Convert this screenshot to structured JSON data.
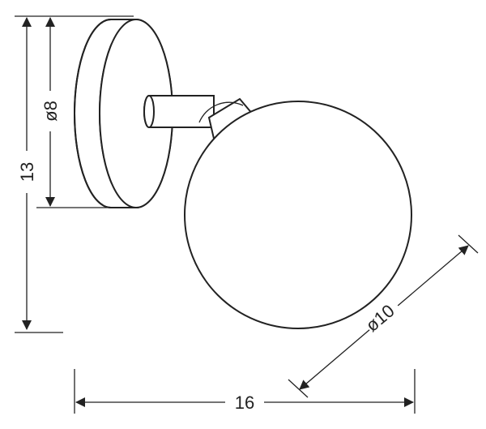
{
  "dimensions": {
    "height": "13",
    "plate_diameter": "ø8",
    "width": "16",
    "globe_diameter": "ø10"
  }
}
